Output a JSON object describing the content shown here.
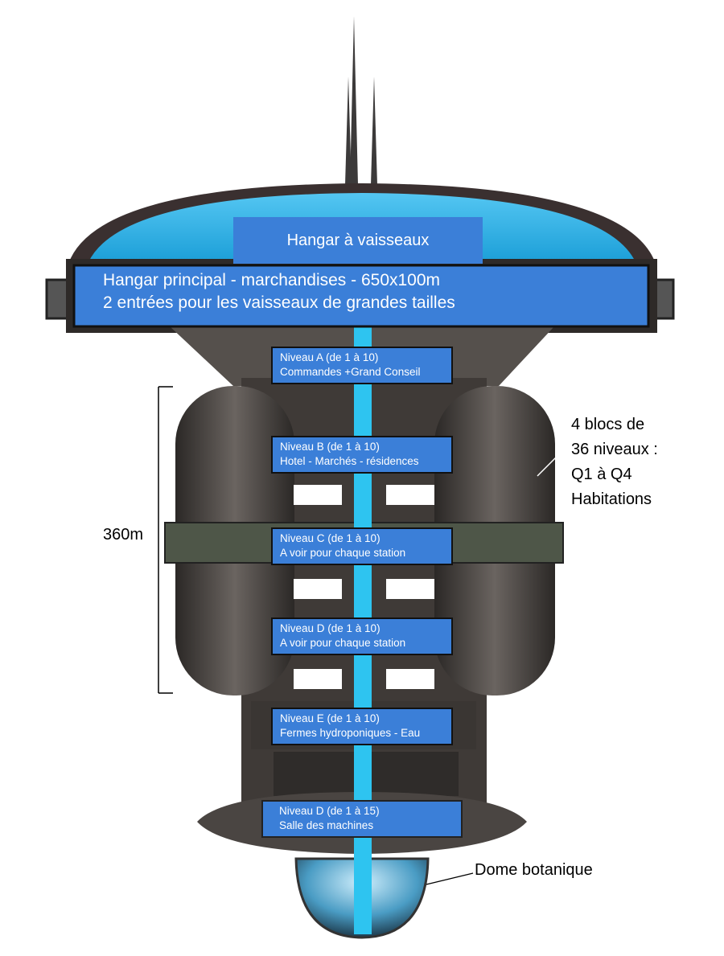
{
  "top_hangar": {
    "label": "Hangar à vaisseaux"
  },
  "main_hangar": {
    "line1": "Hangar principal - marchandises - 650x100m",
    "line2": "2 entrées pour les vaisseaux de grandes tailles"
  },
  "levels": [
    {
      "title": "Niveau A (de 1 à 10)",
      "desc": "Commandes +Grand Conseil"
    },
    {
      "title": "Niveau B (de 1 à 10)",
      "desc": "Hotel - Marchés - résidences"
    },
    {
      "title": "Niveau C (de 1 à 10)",
      "desc": "A voir pour chaque station"
    },
    {
      "title": "Niveau D (de 1 à 10)",
      "desc": "A voir pour chaque station"
    },
    {
      "title": "Niveau E (de 1 à 10)",
      "desc": "Fermes hydroponiques - Eau"
    },
    {
      "title": "Niveau D (de 1 à 15)",
      "desc": "Salle des machines"
    }
  ],
  "height_label": "360m",
  "blocks_label": [
    "4 blocs de",
    "36 niveaux :",
    "Q1 à Q4",
    "Habitations"
  ],
  "dome_label": "Dome botanique",
  "colors": {
    "box": "#3b7fd8",
    "shaft": "#2ec4f0",
    "hull": "#3a3634"
  }
}
